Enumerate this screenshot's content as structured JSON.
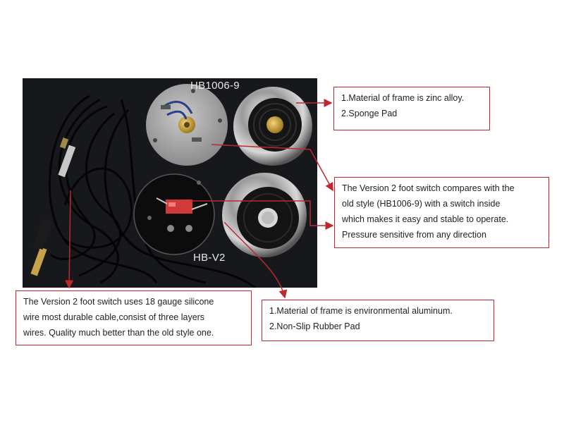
{
  "photo": {
    "label_top": "HB1006-9",
    "label_bottom": "HB-V2"
  },
  "callouts": {
    "hb1006": {
      "lines": [
        "1.Material of frame is zinc alloy.",
        "2.Sponge Pad"
      ]
    },
    "version2_compare": {
      "lines": [
        "The Version 2 foot switch compares with the",
        "old style (HB1006-9) with a switch inside",
        "which makes it easy and stable to operate.",
        "Pressure sensitive from any direction"
      ]
    },
    "cable": {
      "lines": [
        "The Version 2 foot switch uses 18 gauge silicone",
        "wire most durable cable,consist of three layers",
        "wires. Quality much better than the old style one."
      ]
    },
    "hbv2": {
      "lines": [
        "1.Material of frame is environmental aluminum.",
        "2.Non-Slip Rubber Pad"
      ]
    }
  },
  "colors": {
    "accent": "#c0282d",
    "photo_bg": "#16181b"
  }
}
